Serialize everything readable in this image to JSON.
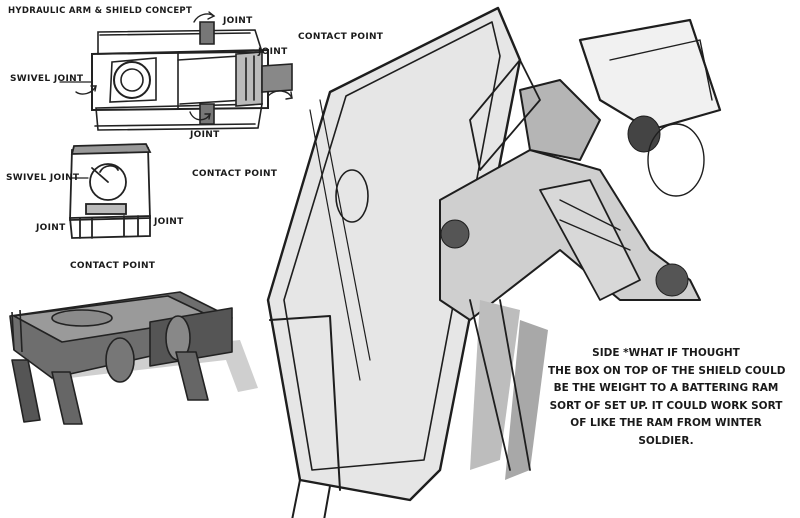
{
  "title": "HYDRAULIC ARM & SHIELD CONCEPT",
  "labels": {
    "joint_top": "JOINT",
    "joint_right": "JOINT",
    "contact_point_top": "CONTACT POINT",
    "swivel_joint_top": "SWIVEL JOINT",
    "joint_bottom": "JOINT",
    "swivel_joint_mid": "SWIVEL JOINT",
    "contact_point_mid": "CONTACT POINT",
    "joint_mid_left": "JOINT",
    "joint_mid_right": "JOINT",
    "contact_point_lower": "CONTACT POINT"
  },
  "note_lines": [
    "SIDE *WHAT IF THOUGHT",
    "THE BOX ON TOP OF THE SHIELD COULD",
    "BE THE WEIGHT TO A BATTERING RAM",
    "SORT OF SET UP. IT COULD WORK SORT",
    "OF LIKE THE RAM FROM WINTER",
    "SOLDIER."
  ]
}
